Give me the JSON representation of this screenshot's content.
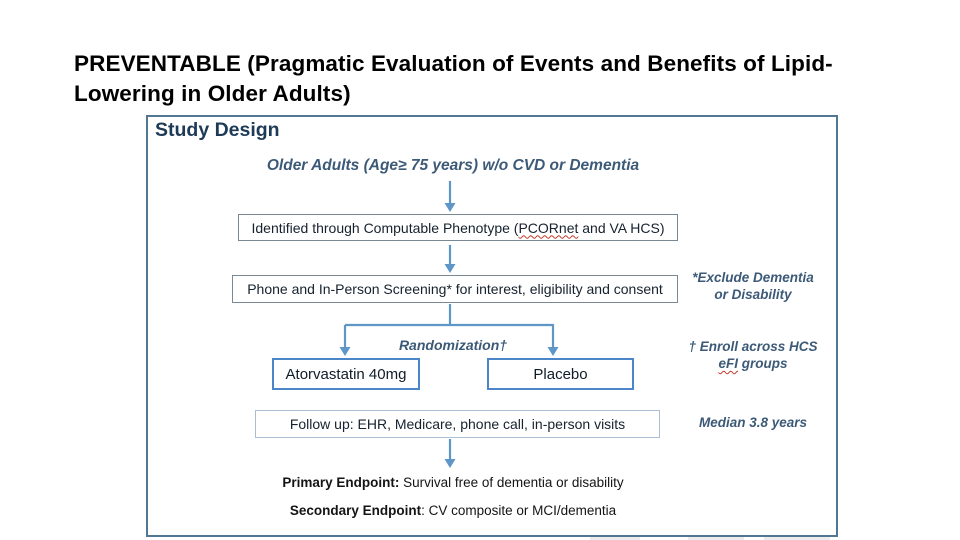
{
  "title": {
    "line1": "PREVENTABLE (Pragmatic Evaluation of Events and Benefits of Lipid-",
    "line2": "Lowering in Older Adults)"
  },
  "diagram": {
    "heading": "Study Design",
    "population": "Older Adults (Age≥ 75 years) w/o CVD or Dementia",
    "identified": {
      "pre": "Identified through Computable Phenotype (",
      "flagged": "PCORnet",
      "post": " and VA HCS)"
    },
    "screening": "Phone and In-Person Screening* for interest, eligibility and consent",
    "randomization": "Randomization†",
    "arm_left": "Atorvastatin 40mg",
    "arm_right": "Placebo",
    "followup": "Follow up: EHR, Medicare, phone call, in-person visits",
    "annotations": {
      "exclude_line1": "*Exclude Dementia",
      "exclude_line2": "or Disability",
      "enroll_line1": "† Enroll across HCS",
      "enroll_flagged": "eFI",
      "enroll_rest": " groups",
      "median": "Median 3.8 years"
    },
    "primary": {
      "label": "Primary Endpoint:",
      "text": " Survival free of dementia or disability"
    },
    "secondary": {
      "label": "Secondary Endpoint",
      "text": ": CV composite or MCI/dementia"
    }
  },
  "colors": {
    "container_border": "#527793",
    "heading_navy": "#1D3A57",
    "italic_slate": "#3C5A77",
    "arrow_blue": "#5E96C8",
    "arm_border_blue": "#4A86C8",
    "spellcheck_red": "#C0392B"
  }
}
